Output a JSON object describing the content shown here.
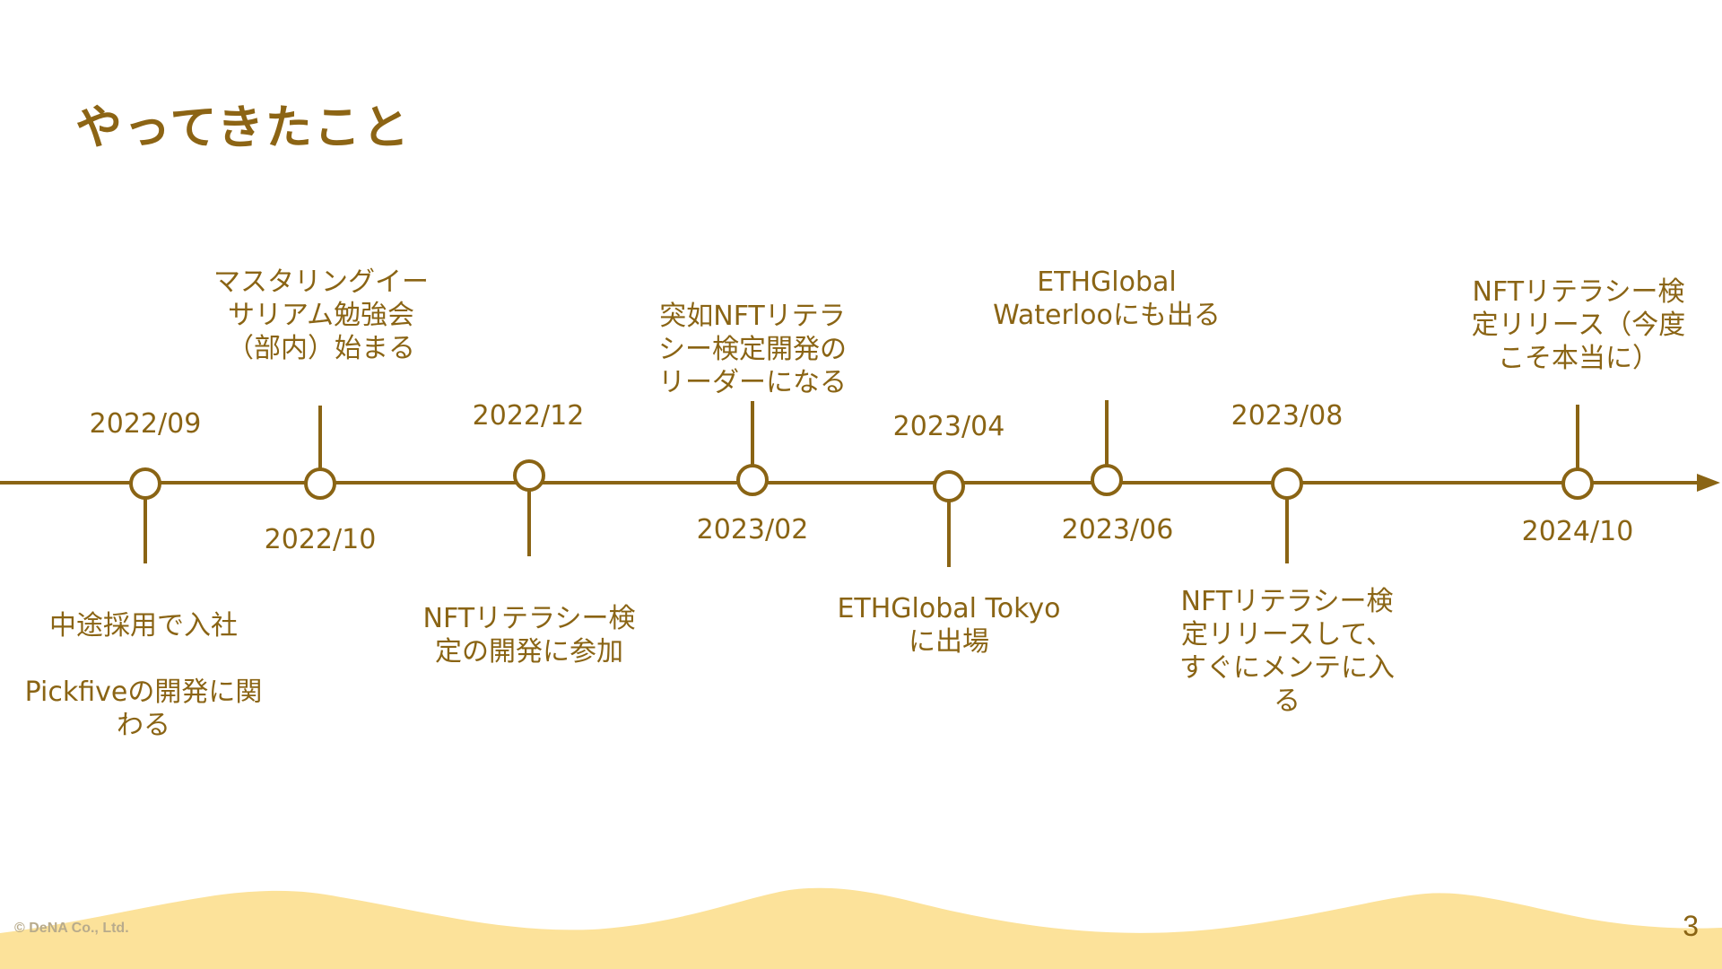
{
  "slide": {
    "title": "やってきたこと",
    "footer_copyright": "© DeNA Co., Ltd.",
    "page_number": "3"
  },
  "colors": {
    "accent": "#8a6414",
    "wave": "#fce29a",
    "background": "#ffffff"
  },
  "timeline": {
    "events": [
      {
        "date": "2022/09",
        "description": "中途採用で入社\n\nPickfiveの開発に関\nわる"
      },
      {
        "date": "2022/10",
        "description": "マスタリングイー\nサリアム勉強会\n（部内）始まる"
      },
      {
        "date": "2022/12",
        "description": "NFTリテラシー検\n定の開発に参加"
      },
      {
        "date": "2023/02",
        "description": "突如NFTリテラ\nシー検定開発の\nリーダーになる"
      },
      {
        "date": "2023/04",
        "description": "ETHGlobal Tokyo\nに出場"
      },
      {
        "date": "2023/06",
        "description": "ETHGlobal\nWaterlooにも出る"
      },
      {
        "date": "2023/08",
        "description": "NFTリテラシー検\n定リリースして、\nすぐにメンテに入\nる"
      },
      {
        "date": "2024/10",
        "description": "NFTリテラシー検\n定リリース（今度\nこそ本当に）"
      }
    ]
  }
}
